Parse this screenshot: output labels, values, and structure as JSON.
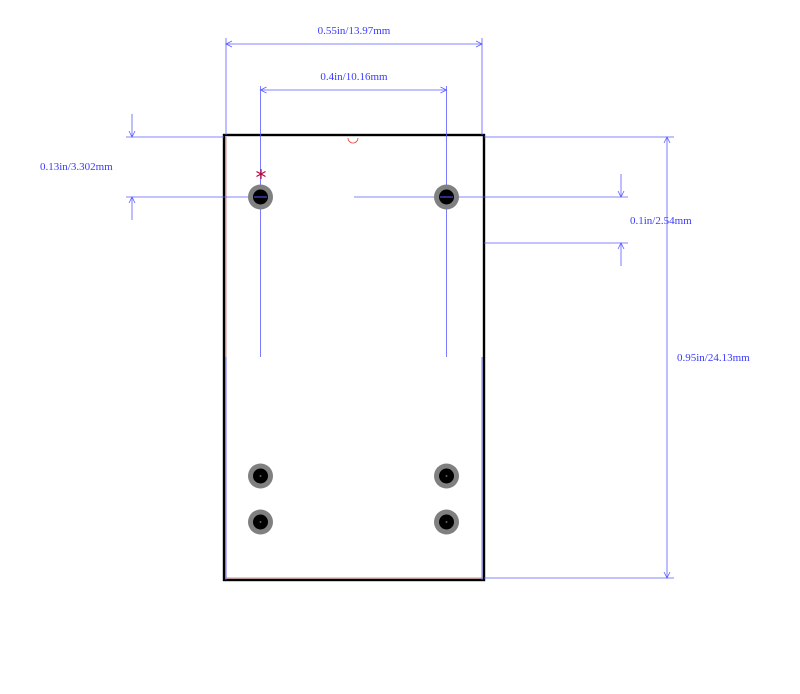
{
  "dimensions": {
    "overall_width": "0.55in/13.97mm",
    "pin_spacing_x": "0.4in/10.16mm",
    "top_offset": "0.13in/3.302mm",
    "pin_spacing_y": "0.1in/2.54mm",
    "overall_height": "0.95in/24.13mm"
  },
  "colors": {
    "dimension": "#5b5bff",
    "outline": "#000000",
    "pad": "#808080",
    "pin1_marker": "#c0003c"
  },
  "pin1_marker": "*"
}
